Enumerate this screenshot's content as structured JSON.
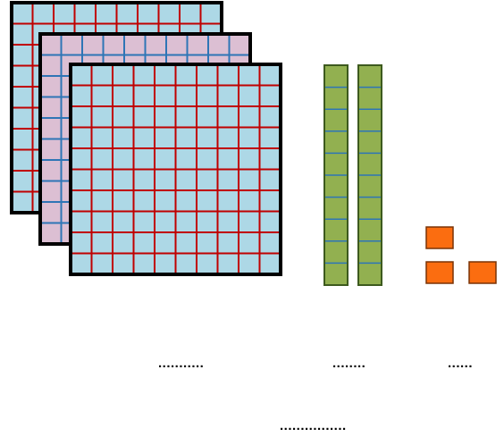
{
  "diagram": {
    "blocks": {
      "hundreds": 3,
      "tens": 2,
      "ones": 3
    },
    "colors": {
      "hundred_fill_blue": "#add8e6",
      "hundred_fill_pink": "#dcbfd3",
      "red_grid": "#c00000",
      "blue_grid": "#2e75b6",
      "ten_fill": "#92b050",
      "ten_stroke": "#3d5a1e",
      "ten_divider": "#2e75b6",
      "one_fill": "#fb6d10",
      "one_stroke": "#7a3306",
      "outline": "#000000"
    },
    "icons": {
      "hundred": "hundred-flat-icon",
      "ten": "ten-rod-icon",
      "one": "unit-cube-icon"
    }
  },
  "answers": {
    "hundreds_blank": "...........",
    "tens_blank": "........",
    "ones_blank": "......",
    "total_blank": "................"
  }
}
